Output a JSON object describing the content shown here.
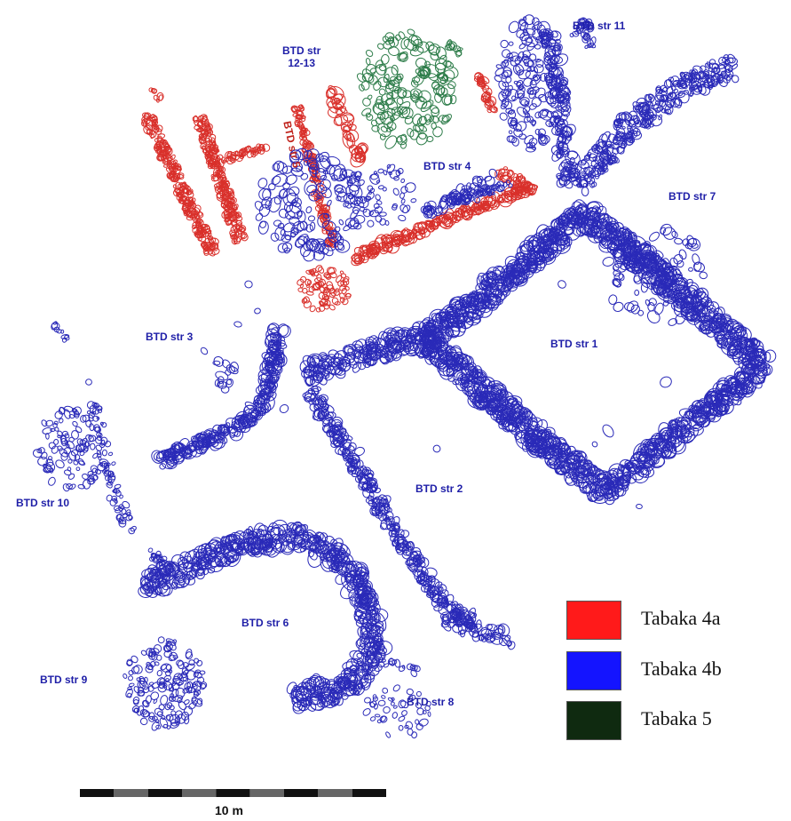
{
  "map": {
    "colors": {
      "tabaka_4a": "#d9302b",
      "tabaka_4b": "#2a2ab8",
      "tabaka_5": "#2e7d4a",
      "label_blue": "#1f1fa8",
      "label_red": "#c0231c"
    },
    "structures": [
      {
        "id": "str11",
        "label": "BTD str 11"
      },
      {
        "id": "str1213",
        "label": "BTD str\n12-13"
      },
      {
        "id": "str5",
        "label": "BTD str 5"
      },
      {
        "id": "str4",
        "label": "BTD str 4"
      },
      {
        "id": "str7",
        "label": "BTD str 7"
      },
      {
        "id": "str3",
        "label": "BTD str 3"
      },
      {
        "id": "str1",
        "label": "BTD str 1"
      },
      {
        "id": "str2",
        "label": "BTD str 2"
      },
      {
        "id": "str10",
        "label": "BTD str 10"
      },
      {
        "id": "str6",
        "label": "BTD str 6"
      },
      {
        "id": "str9",
        "label": "BTD str 9"
      },
      {
        "id": "str8",
        "label": "BTD str 8"
      }
    ],
    "legend": [
      {
        "id": "l4a",
        "label": "Tabaka 4a",
        "color": "#ff1a1a"
      },
      {
        "id": "l4b",
        "label": "Tabaka 4b",
        "color": "#1414ff"
      },
      {
        "id": "l5",
        "label": "Tabaka 5",
        "color": "#0f2a10"
      }
    ],
    "scale_bar": {
      "label": "10 m"
    }
  }
}
